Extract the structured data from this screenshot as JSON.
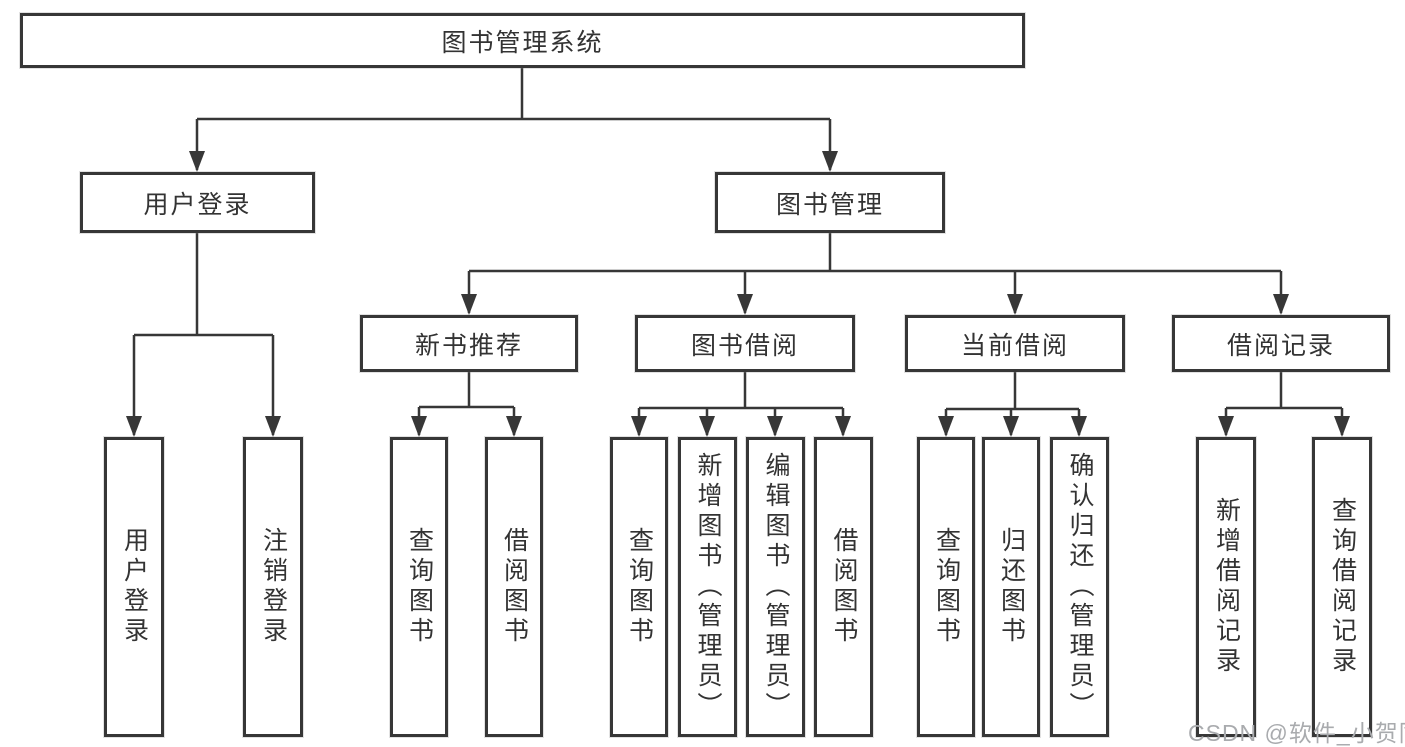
{
  "nodes": {
    "root": "图书管理系统",
    "user_login": "用户登录",
    "book_mgmt": "图书管理",
    "new_books": "新书推荐",
    "book_borrow": "图书借阅",
    "current_borrow": "当前借阅",
    "borrow_records": "借阅记录",
    "leaf_user_login": "用户登录",
    "leaf_logout": "注销登录",
    "nb_query_books": "查询图书",
    "nb_borrow_books": "借阅图书",
    "bb_query_books": "查询图书",
    "bb_add_books": "新增图书（管理员）",
    "bb_edit_books": "编辑图书（管理员）",
    "bb_borrow_books": "借阅图书",
    "cb_query_books": "查询图书",
    "cb_return_books": "归还图书",
    "cb_confirm_return": "确认归还（管理员）",
    "br_add_record": "新增借阅记录",
    "br_query_record": "查询借阅记录"
  },
  "edges": [
    [
      "root",
      "user_login"
    ],
    [
      "root",
      "book_mgmt"
    ],
    [
      "user_login",
      "leaf_user_login"
    ],
    [
      "user_login",
      "leaf_logout"
    ],
    [
      "book_mgmt",
      "new_books"
    ],
    [
      "book_mgmt",
      "book_borrow"
    ],
    [
      "book_mgmt",
      "current_borrow"
    ],
    [
      "book_mgmt",
      "borrow_records"
    ],
    [
      "new_books",
      "nb_query_books"
    ],
    [
      "new_books",
      "nb_borrow_books"
    ],
    [
      "book_borrow",
      "bb_query_books"
    ],
    [
      "book_borrow",
      "bb_add_books"
    ],
    [
      "book_borrow",
      "bb_edit_books"
    ],
    [
      "book_borrow",
      "bb_borrow_books"
    ],
    [
      "current_borrow",
      "cb_query_books"
    ],
    [
      "current_borrow",
      "cb_return_books"
    ],
    [
      "current_borrow",
      "cb_confirm_return"
    ],
    [
      "borrow_records",
      "br_add_record"
    ],
    [
      "borrow_records",
      "br_query_record"
    ]
  ],
  "watermark": "CSDN @软件_小贺同学",
  "colors": {
    "line": "#373737",
    "text": "#333333",
    "watermark": "#a9abae",
    "background": "#ffffff"
  }
}
